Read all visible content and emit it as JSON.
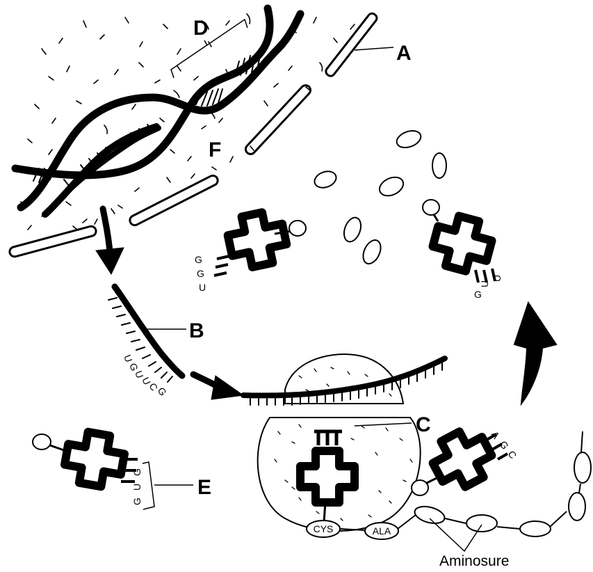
{
  "labels": {
    "a": "A",
    "b": "B",
    "c": "C",
    "d": "D",
    "e": "E",
    "f": "F"
  },
  "bases": {
    "mrna": [
      "U",
      "G",
      "U",
      "U",
      "C",
      "G"
    ],
    "trna_e": [
      "G",
      "U",
      "G"
    ],
    "trna_left": [
      "G",
      "G",
      "U"
    ],
    "trna_right": [
      "G",
      "U",
      "U"
    ],
    "trna_c": [
      "A",
      "G",
      "C"
    ]
  },
  "amino_acids": {
    "cys": "CYS",
    "ala": "ALA"
  },
  "caption": "Aminosure"
}
